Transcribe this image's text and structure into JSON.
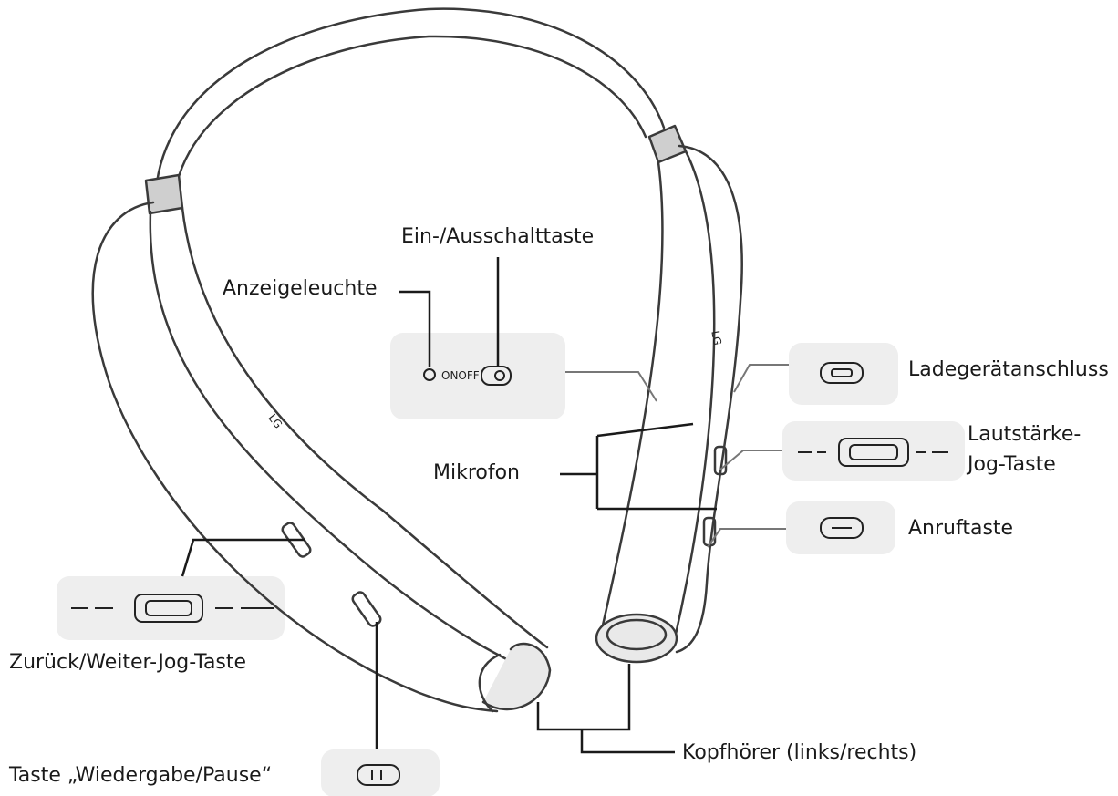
{
  "labels": {
    "power_button": "Ein-/Ausschalttaste",
    "indicator_light": "Anzeigeleuchte",
    "charger_port": "Ladegerätanschluss",
    "volume_jog_line1": "Lautstärke-",
    "volume_jog_line2": "Jog-Taste",
    "microphone": "Mikrofon",
    "call_button": "Anruftaste",
    "prev_next_jog": "Zurück/Weiter-Jog-Taste",
    "earbuds": "Kopfhörer (links/rechts)",
    "play_pause": "Taste „Wiedergabe/Pause“"
  },
  "device_marks": {
    "onoff_text": "ONOFF",
    "logo_text": "LG"
  },
  "colors": {
    "line": "#1a1a1a",
    "panel": "#eeeeee",
    "device_outline": "#3a3a3a"
  }
}
